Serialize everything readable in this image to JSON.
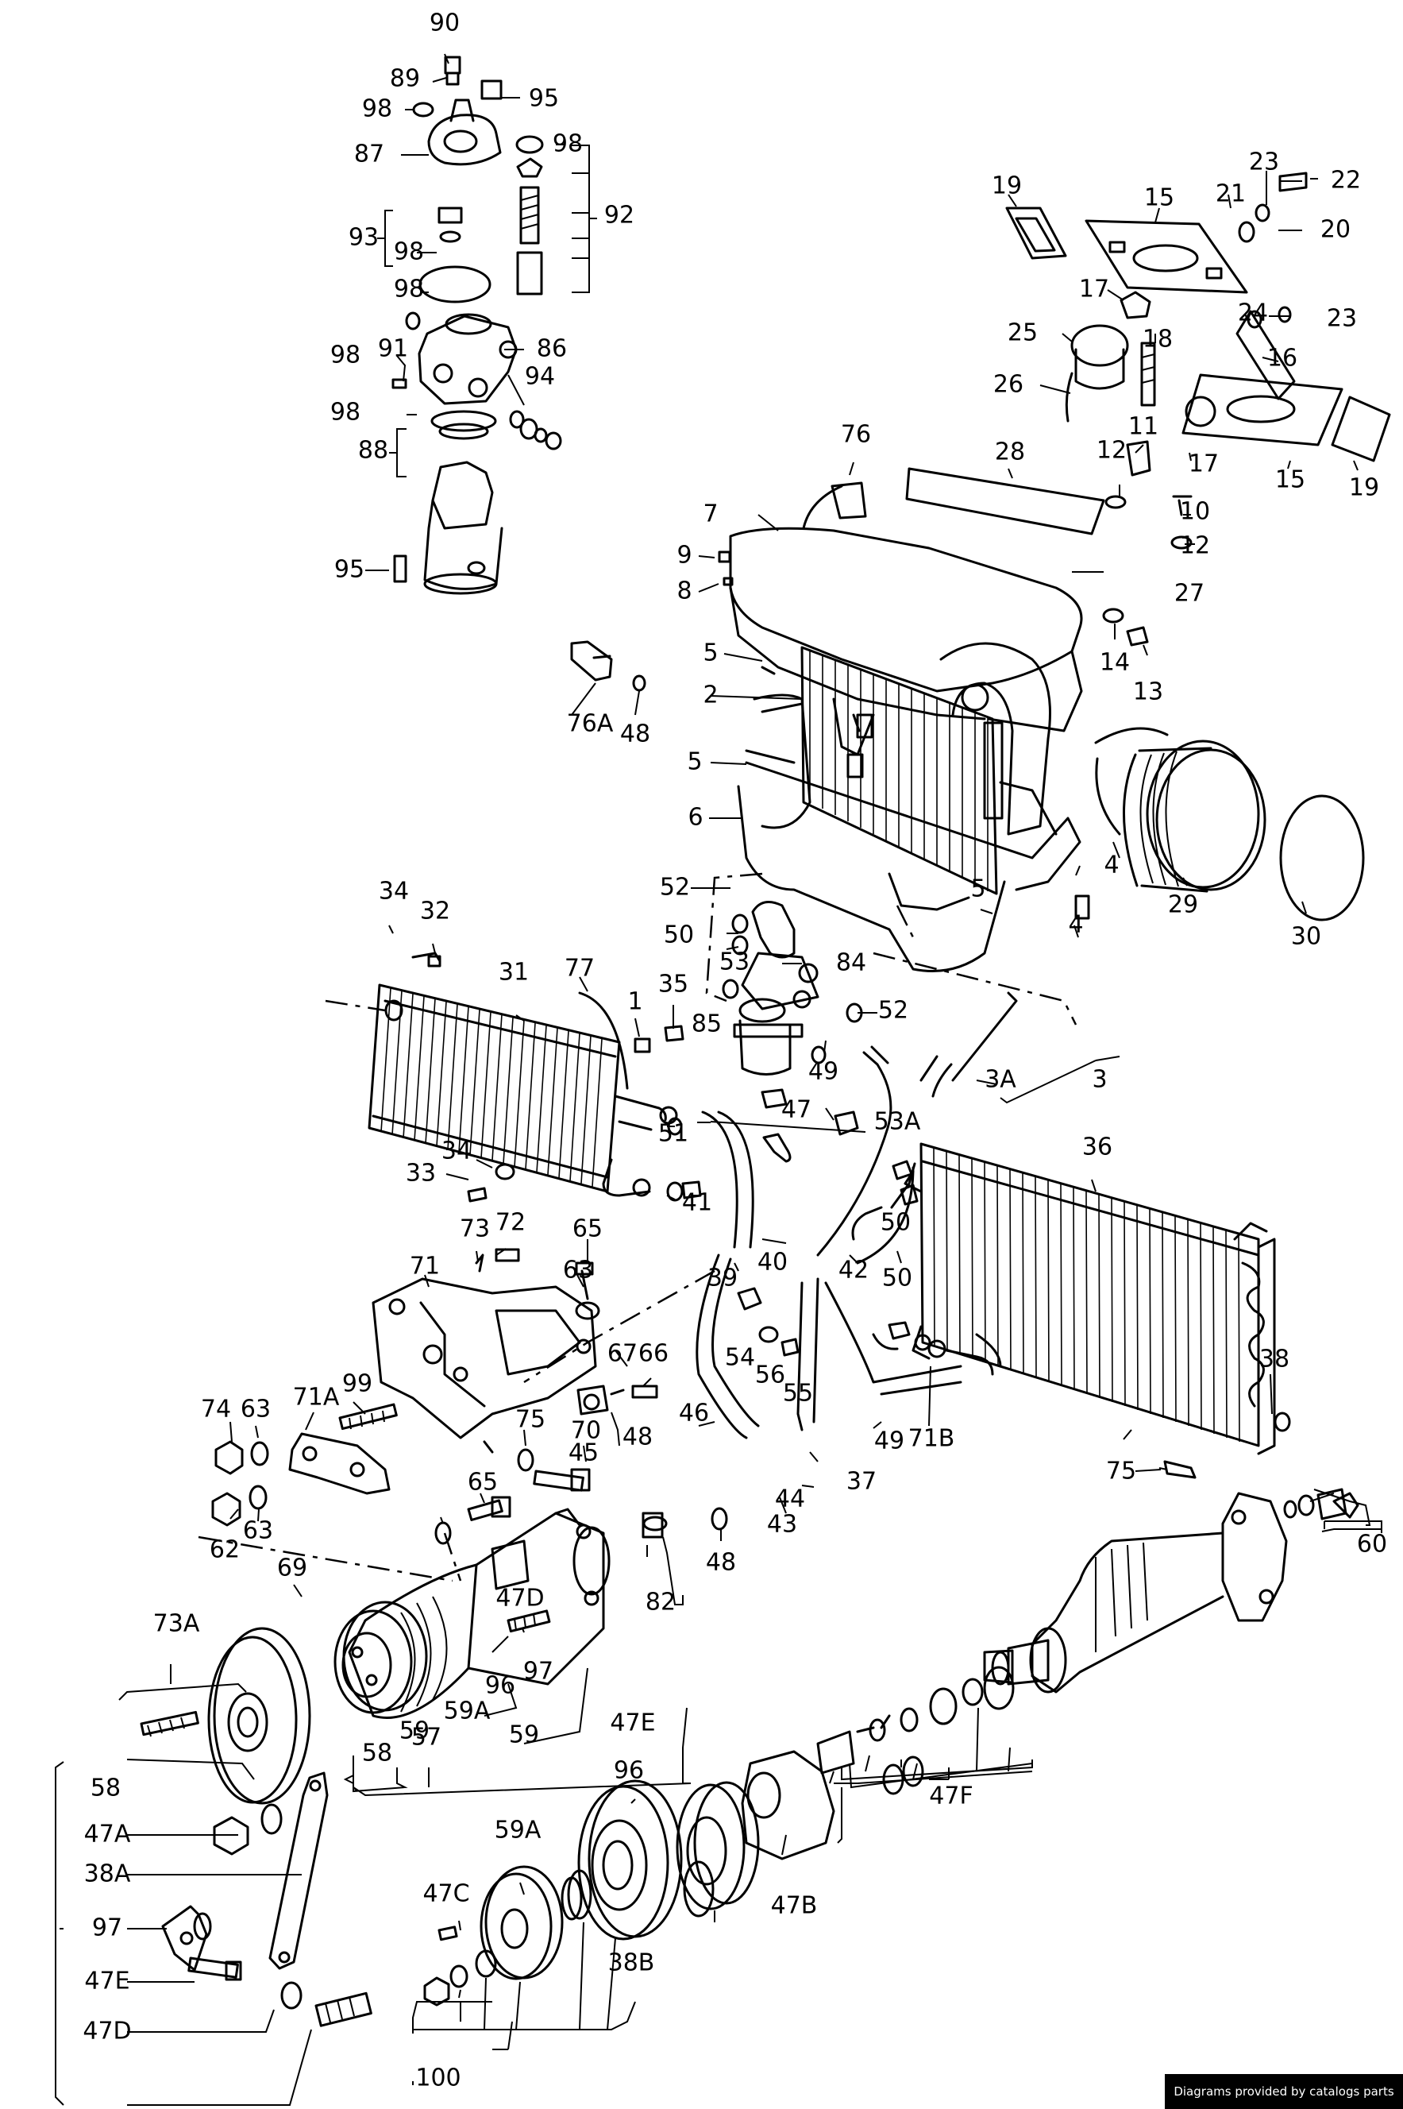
{
  "credit": "Diagrams provided by catalogs parts",
  "labels": [
    "90",
    "89",
    "98",
    "95",
    "87",
    "98",
    "92",
    "93",
    "98",
    "98",
    "86",
    "98",
    "91",
    "94",
    "98",
    "88",
    "95",
    "19",
    "15",
    "21",
    "23",
    "22",
    "20",
    "17",
    "24",
    "23",
    "25",
    "18",
    "16",
    "26",
    "11",
    "17",
    "15",
    "19",
    "76",
    "28",
    "12",
    "10",
    "12",
    "7",
    "9",
    "8",
    "27",
    "14",
    "13",
    "5",
    "76A",
    "48",
    "2",
    "5",
    "6",
    "4",
    "29",
    "30",
    "52",
    "4",
    "50",
    "53",
    "84",
    "5",
    "34",
    "32",
    "31",
    "77",
    "1",
    "35",
    "52",
    "85",
    "49",
    "3A",
    "3",
    "47",
    "53A",
    "51",
    "34",
    "33",
    "36",
    "50",
    "41",
    "73",
    "72",
    "65",
    "39",
    "40",
    "42",
    "50",
    "71",
    "63",
    "54",
    "56",
    "55",
    "38",
    "67",
    "66",
    "74",
    "63",
    "71A",
    "99",
    "75",
    "70",
    "48",
    "46",
    "49",
    "71B",
    "45",
    "37",
    "75",
    "65",
    "44",
    "43",
    "62",
    "63",
    "60",
    "69",
    "48",
    "82",
    "47D",
    "73A",
    "97",
    "96",
    "59A",
    "59",
    "58",
    "57",
    "59",
    "96",
    "47E",
    "47F",
    "58",
    "47A",
    "59A",
    "38A",
    "47B",
    "47C",
    "97",
    "47E",
    "38B",
    "47D",
    "100"
  ]
}
